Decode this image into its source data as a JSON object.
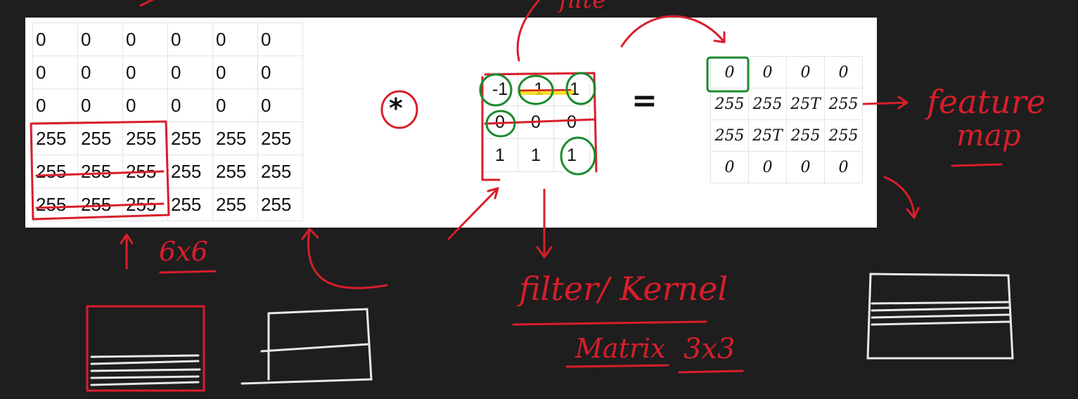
{
  "image_matrix": {
    "rows": [
      [
        "0",
        "0",
        "0",
        "0",
        "0",
        "0"
      ],
      [
        "0",
        "0",
        "0",
        "0",
        "0",
        "0"
      ],
      [
        "0",
        "0",
        "0",
        "0",
        "0",
        "0"
      ],
      [
        "255",
        "255",
        "255",
        "255",
        "255",
        "255"
      ],
      [
        "255",
        "255",
        "255",
        "255",
        "255",
        "255"
      ],
      [
        "255",
        "255",
        "255",
        "255",
        "255",
        "255"
      ]
    ]
  },
  "operators": {
    "convolve": "*",
    "equals": "="
  },
  "kernel_matrix": {
    "rows": [
      [
        "-1",
        "-1",
        "-1"
      ],
      [
        "0",
        "0",
        "0"
      ],
      [
        "1",
        "1",
        "1"
      ]
    ]
  },
  "feature_map": {
    "rows": [
      [
        "0",
        "0",
        "0",
        "0"
      ],
      [
        "255",
        "255",
        "25T",
        "255"
      ],
      [
        "255",
        "25T",
        "255",
        "255"
      ],
      [
        "0",
        "0",
        "0",
        "0"
      ]
    ]
  },
  "annotations": {
    "top_filter_text": "filte",
    "feature_map_line1": "feature",
    "feature_map_line2": "map",
    "image_size": "6x6",
    "filter_kernel": "filter/ Kernel",
    "matrix_label": "Matrix",
    "kernel_size": "3x3"
  },
  "colors": {
    "ink_red": "#d81e2b",
    "ink_green": "#1b8a2c",
    "ink_blue": "#6fb3e8",
    "highlight_yellow": "#f5d90a",
    "background": "#1e1e1e",
    "panel": "#ffffff"
  }
}
